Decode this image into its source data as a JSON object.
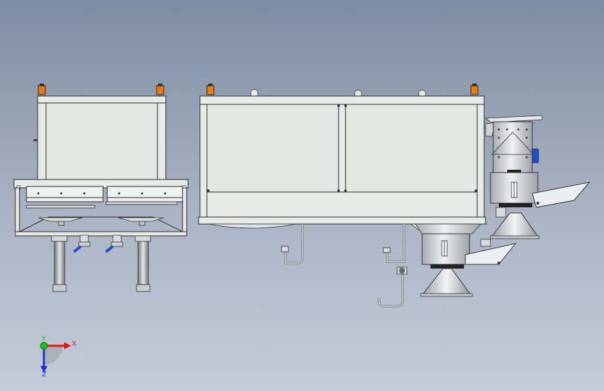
{
  "view": {
    "background_top": "#7e8ca3",
    "background_bottom": "#c4ccd8"
  },
  "triad": {
    "x_label": "X",
    "y_label": "Y",
    "z_label": "Z",
    "x_color": "#e01818",
    "y_color": "#18c018",
    "z_color": "#2030d0"
  },
  "colors": {
    "frame": "#e6ebe8",
    "panel": "#e2e9e4",
    "edge": "#2a2a2a",
    "steel": "#d4d6d8",
    "clamp_orange": "#e87a10",
    "handle_blue": "#2050c0"
  }
}
